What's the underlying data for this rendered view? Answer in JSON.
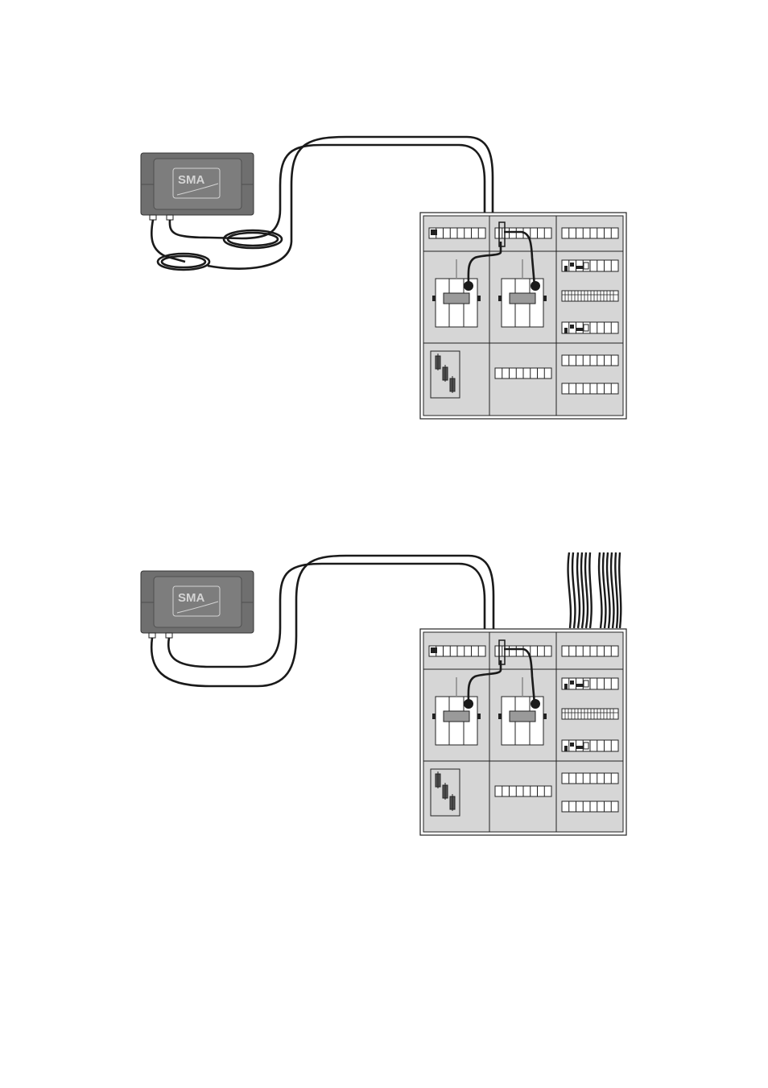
{
  "figures": [
    {
      "id": "upper",
      "device": {
        "logo_text": "SMA"
      }
    },
    {
      "id": "lower",
      "device": {
        "logo_text": "SMA"
      }
    }
  ],
  "colors": {
    "device_body": "#6f6f6f",
    "device_face": "#7d7d7d",
    "cabinet_fill": "#d6d6d6",
    "line": "#1a1a1a"
  },
  "icons": [
    "sma-box-icon",
    "distribution-cabinet-icon",
    "circuit-breaker-icon",
    "terminal-strip-icon",
    "fuse-icon"
  ]
}
